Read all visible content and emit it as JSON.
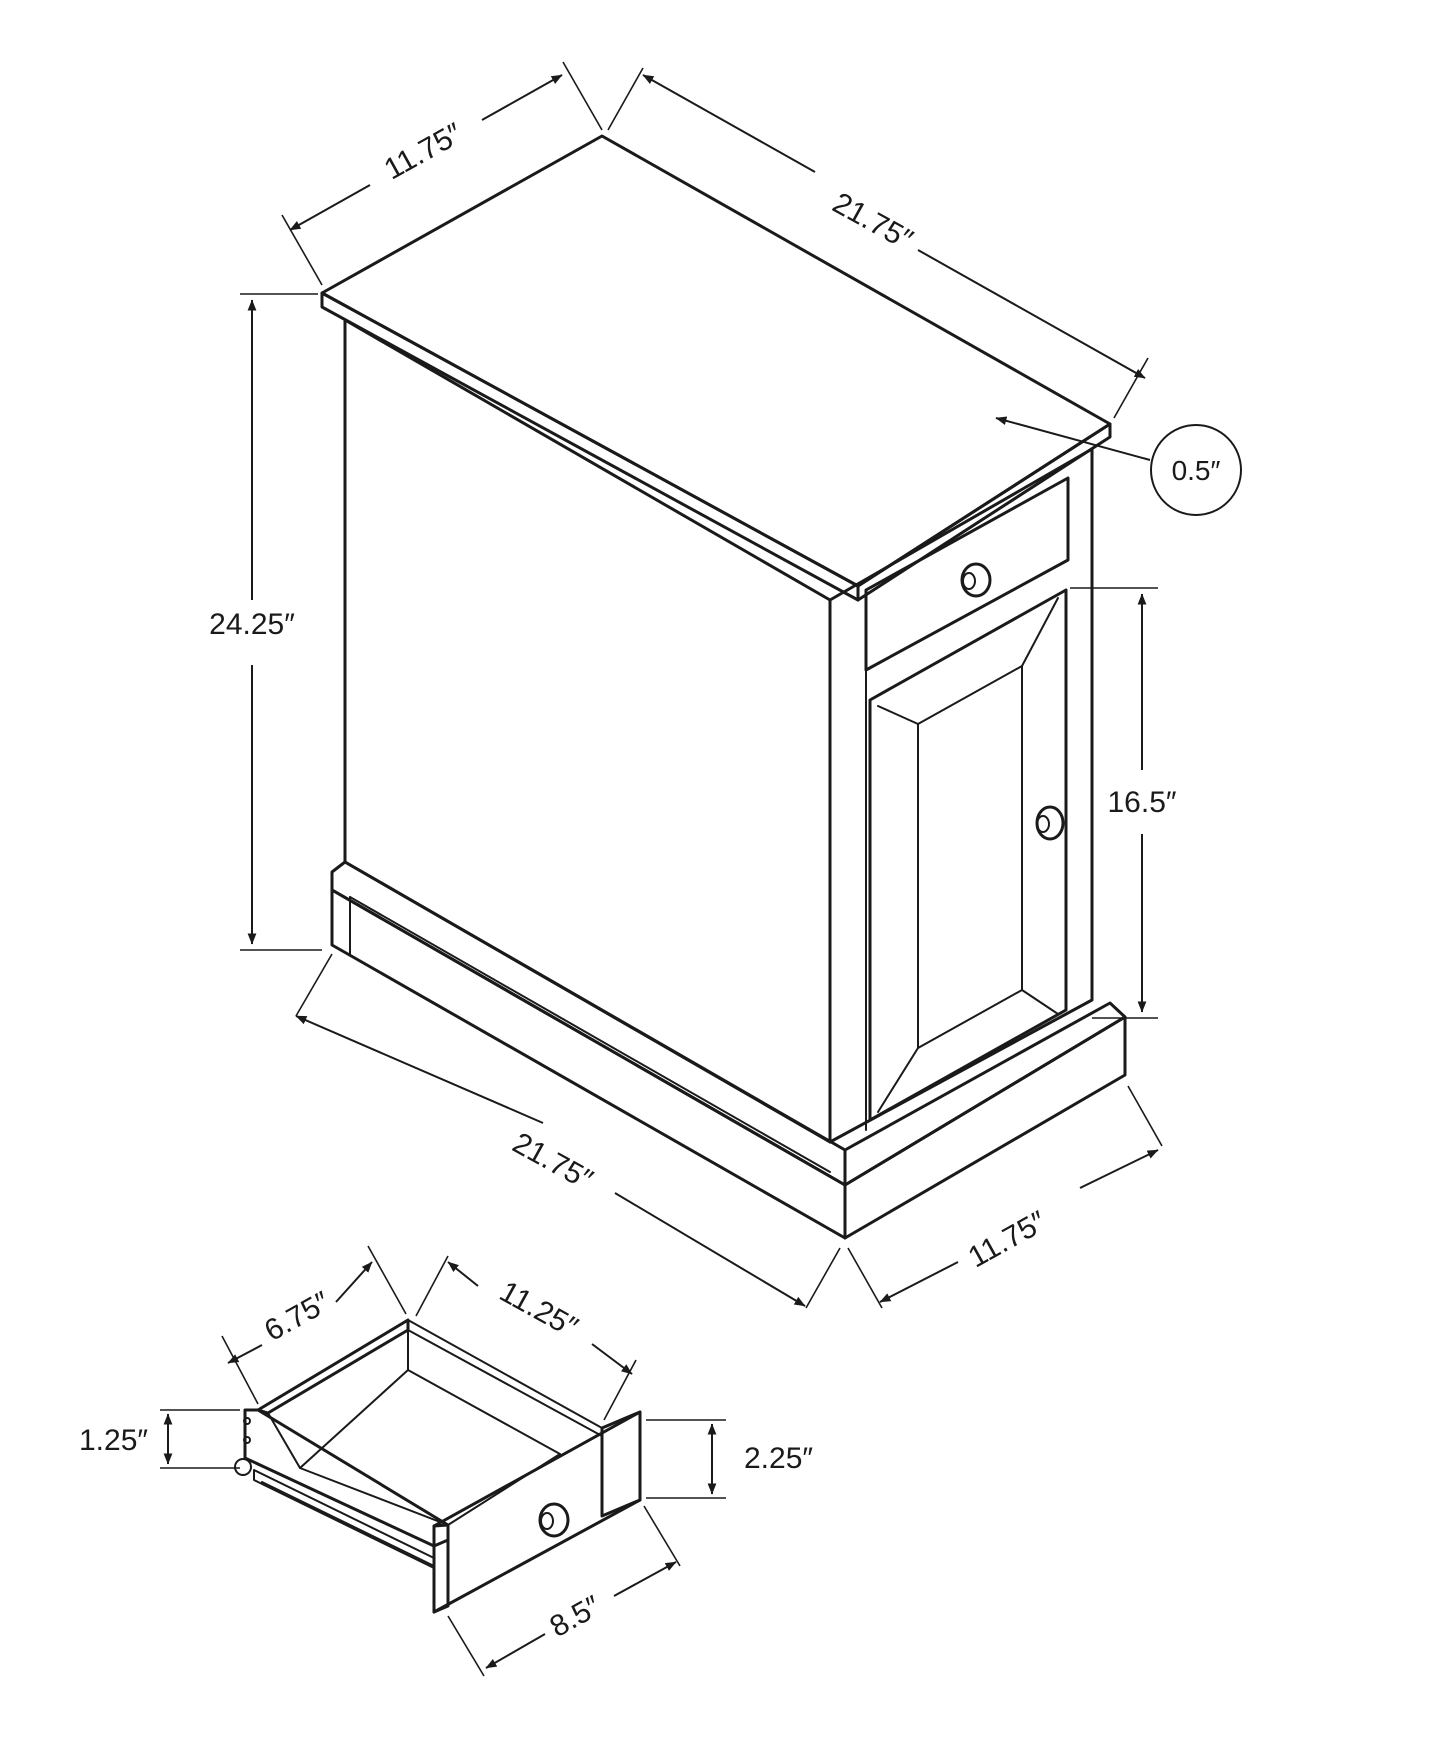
{
  "dimensions": {
    "top_depth": "11.75″",
    "top_width": "21.75″",
    "height": "24.25″",
    "top_thickness": "0.5″",
    "door_height": "16.5″",
    "base_width": "21.75″",
    "base_depth": "11.75″"
  },
  "drawer": {
    "inner_depth": "6.75″",
    "inner_width": "11.25″",
    "inner_height": "1.25″",
    "front_height": "2.25″",
    "front_width": "8.5″"
  },
  "colors": {
    "line": "#1a1a1a",
    "background": "#ffffff"
  }
}
